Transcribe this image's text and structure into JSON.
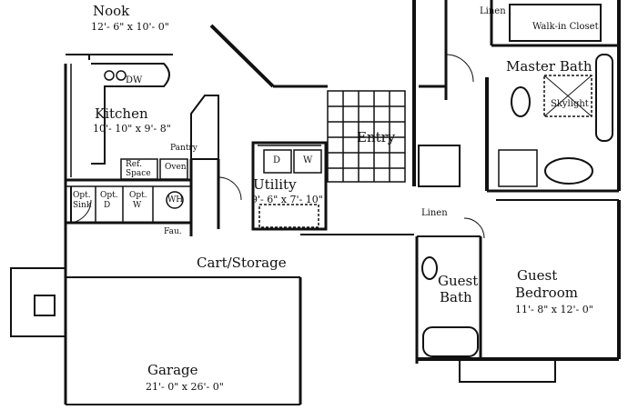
{
  "plan": {
    "rooms": {
      "nook": {
        "name": "Nook",
        "dims": "12'- 6\" x 10'- 0\""
      },
      "kitchen": {
        "name": "Kitchen",
        "dims": "10'- 10\" x 9'- 8\""
      },
      "entry": {
        "name": "Entry"
      },
      "utility": {
        "name": "Utility",
        "dims": "9'- 6\" x 7'- 10\""
      },
      "master_bath": {
        "name": "Master Bath"
      },
      "walk_in_closet": {
        "name": "Walk-in Closet"
      },
      "guest_bath": {
        "name_line1": "Guest",
        "name_line2": "Bath"
      },
      "guest_bedroom": {
        "name_line1": "Guest",
        "name_line2": "Bedroom",
        "dims": "11'- 8\" x 12'- 0\""
      },
      "garage": {
        "name": "Garage",
        "dims": "21'- 0\" x 26'- 0\""
      },
      "cart_storage": {
        "name": "Cart/Storage"
      }
    },
    "fixtures": {
      "dw": "DW",
      "pantry": "Pantry",
      "oven": "Oven",
      "ref_space_1": "Ref.",
      "ref_space_2": "Space",
      "opt_sink_1": "Opt.",
      "opt_sink_2": "Sink",
      "opt_d_1": "Opt.",
      "opt_d_2": "D",
      "opt_w_1": "Opt.",
      "opt_w_2": "W",
      "wh": "WH",
      "fau": "Fau.",
      "linen_top": "Linen",
      "linen_mid": "Linen",
      "skylight": "Skylight",
      "utility_d": "D",
      "utility_w": "W"
    }
  }
}
